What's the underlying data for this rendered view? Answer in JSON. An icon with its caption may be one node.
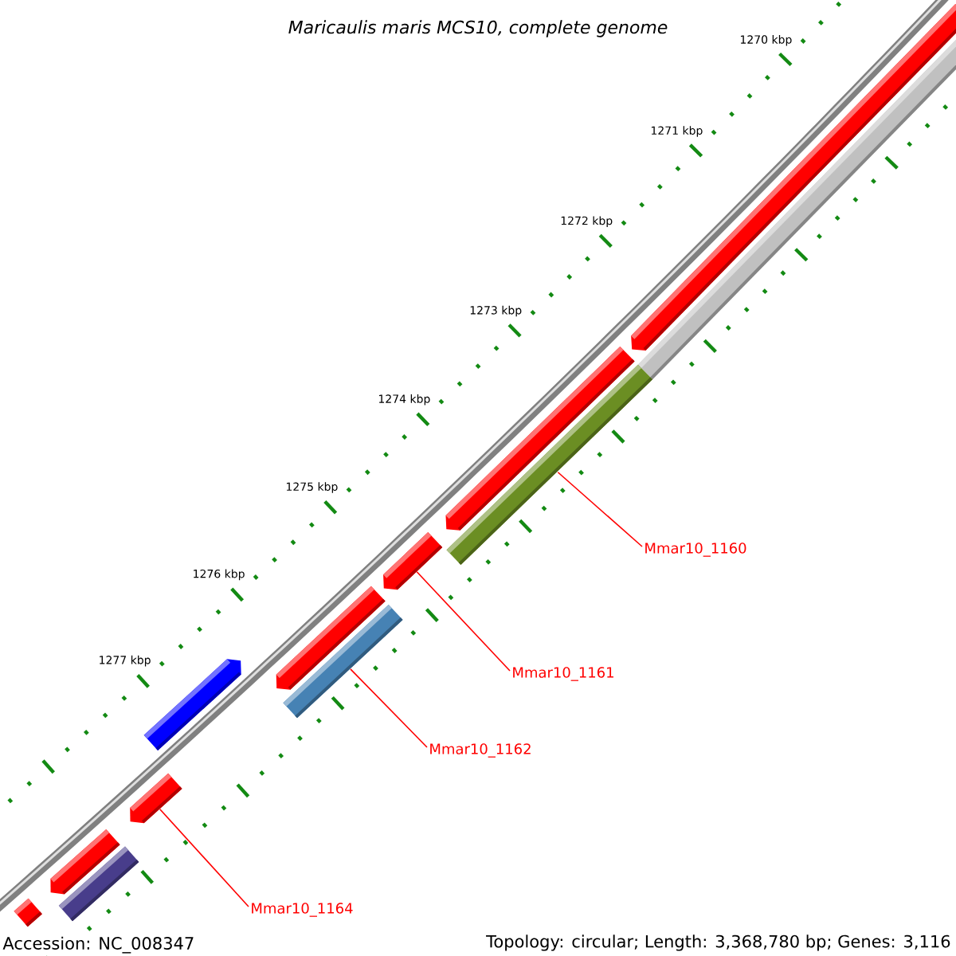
{
  "diagram": {
    "title": "Maricaulis maris MCS10, complete genome",
    "nodes": [
      {
        "text": [
          "Mmar10_1160"
        ]
      },
      {
        "text": [
          "Mmar10_1161"
        ]
      },
      {
        "text": [
          "Mmar10_1162"
        ]
      },
      {
        "text": [
          "Mmar10_1164"
        ]
      },
      {
        "text": [],
        "shape": "arrow"
      },
      {
        "text": [],
        "shape": "bar"
      },
      {
        "text": [],
        "shape": "arrow"
      },
      {
        "text": [],
        "shape": "bar"
      },
      {
        "text": [],
        "shape": "arrow"
      },
      {
        "text": [],
        "shape": "arrow"
      },
      {
        "text": [],
        "shape": "bar"
      },
      {
        "text": [],
        "shape": "arrow"
      },
      {
        "text": [],
        "shape": "arrow"
      },
      {
        "text": [],
        "shape": "bar"
      },
      {
        "text": [],
        "shape": "arrow"
      },
      {
        "text": [],
        "shape": "bar"
      }
    ],
    "edges": [
      {
        "from": 0,
        "to": 7,
        "arrow": "none"
      },
      {
        "from": 1,
        "to": 8,
        "arrow": "none"
      },
      {
        "from": 2,
        "to": 10,
        "arrow": "none"
      },
      {
        "from": 3,
        "to": 12,
        "arrow": "none"
      }
    ],
    "labels": [
      "1270 kbp",
      "1271 kbp",
      "1272 kbp",
      "1273 kbp",
      "1274 kbp",
      "1275 kbp",
      "1276 kbp",
      "1277 kbp",
      "Accession: NC_008347",
      "Topology: circular; Length: 3,368,780 bp; Genes: 3,116"
    ]
  }
}
